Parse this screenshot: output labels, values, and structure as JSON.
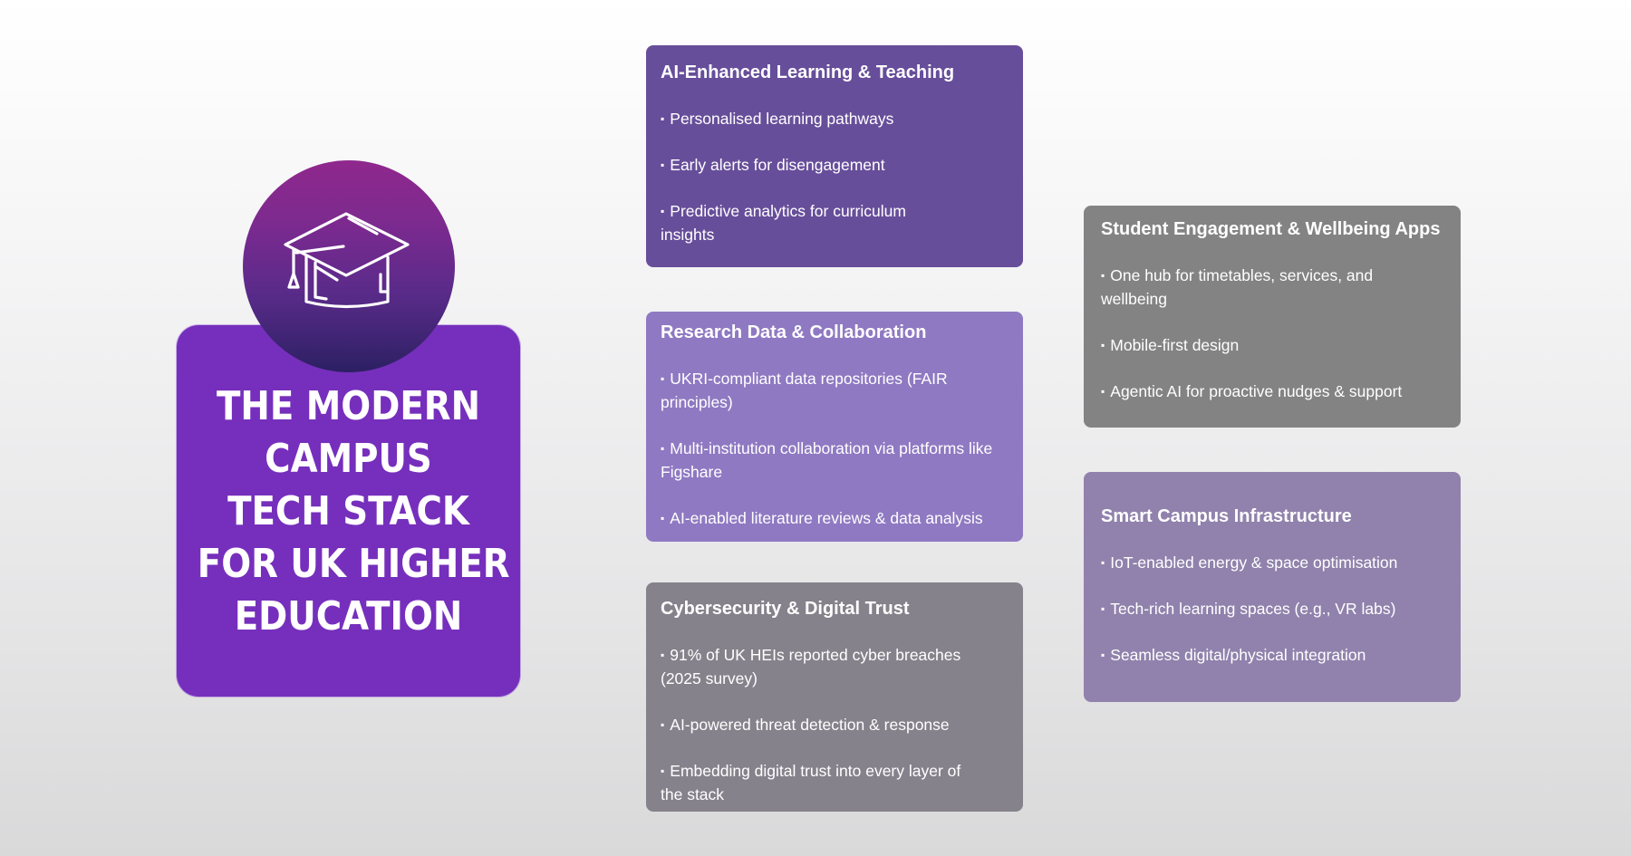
{
  "hero": {
    "icon": "graduation-cap-icon",
    "title_lines": [
      "THE MODERN",
      "CAMPUS",
      "TECH STACK",
      "FOR UK HIGHER",
      "EDUCATION"
    ],
    "colors": {
      "card": "#762fbc",
      "circle_top": "#8f288d",
      "circle_bottom": "#2c2063"
    }
  },
  "cards": [
    {
      "id": "ai",
      "title": "AI-Enhanced Learning & Teaching",
      "color": "#674e9a",
      "bullet": "▪",
      "items": [
        "Personalised learning pathways",
        "Early alerts for disengagement",
        "Predictive analytics for curriculum insights"
      ]
    },
    {
      "id": "research",
      "title": "Research Data & Collaboration",
      "color": "#8f79c2",
      "bullet": "▪",
      "items": [
        "UKRI-compliant data repositories  (FAIR principles)",
        "Multi-institution collaboration via platforms like Figshare",
        "AI-enabled literature reviews & data analysis"
      ]
    },
    {
      "id": "cyber",
      "title": "Cybersecurity & Digital Trust",
      "color": "#85828b",
      "bullet": "▪",
      "items": [
        "91% of UK HEIs reported cyber breaches (2025 survey)",
        "AI-powered threat detection & response",
        "Embedding digital trust into every layer of the stack"
      ]
    },
    {
      "id": "student",
      "title": "Student Engagement & Wellbeing Apps",
      "color": "#838383",
      "bullet": "▪",
      "items": [
        "One hub for timetables, services, and wellbeing",
        "Mobile-first design",
        "Agentic AI for proactive nudges & support"
      ]
    },
    {
      "id": "smart",
      "title": "Smart Campus Infrastructure",
      "color": "#9082ac",
      "bullet": "▪",
      "items": [
        "IoT-enabled energy & space optimisation",
        "Tech-rich learning spaces (e.g., VR labs)",
        "Seamless digital/physical integration"
      ]
    }
  ]
}
